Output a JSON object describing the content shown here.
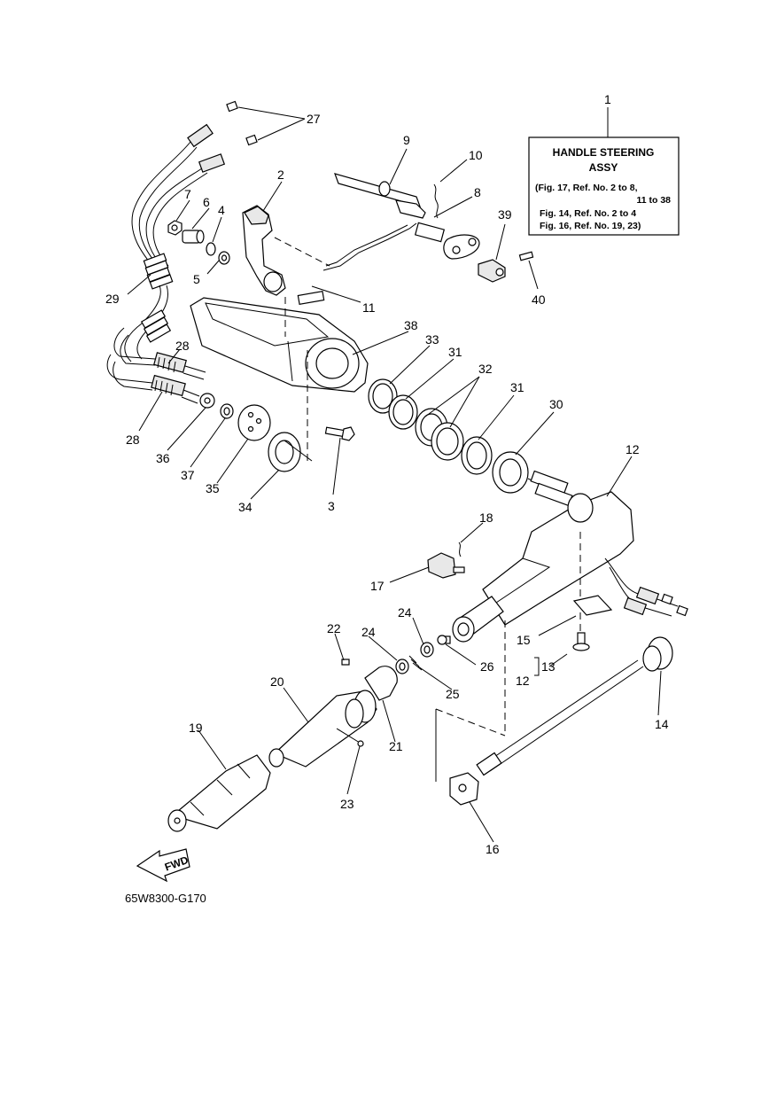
{
  "diagram": {
    "code": "65W8300-G170",
    "fwd_label": "FWD",
    "assy_box": {
      "ref": "1",
      "title_line1": "HANDLE STEERING",
      "title_line2": "ASSY",
      "note_line1": "(Fig. 17, Ref. No. 2 to 8,",
      "note_line2": "11 to 38",
      "note_line3": "Fig. 14, Ref. No. 2 to 4",
      "note_line4": "Fig. 16, Ref. No. 19, 23)"
    },
    "callouts": [
      "2",
      "3",
      "4",
      "5",
      "6",
      "7",
      "8",
      "9",
      "10",
      "11",
      "12",
      "12",
      "13",
      "14",
      "15",
      "16",
      "17",
      "18",
      "19",
      "20",
      "21",
      "22",
      "23",
      "24",
      "24",
      "25",
      "26",
      "27",
      "28",
      "28",
      "29",
      "30",
      "31",
      "31",
      "32",
      "33",
      "34",
      "35",
      "36",
      "37",
      "38",
      "39",
      "40"
    ]
  }
}
